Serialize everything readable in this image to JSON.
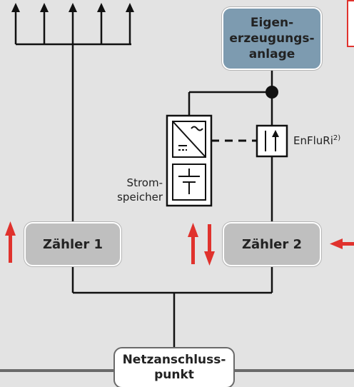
{
  "diagram": {
    "generator": {
      "line1": "Eigen-",
      "line2": "erzeugungs-",
      "line3": "anlage"
    },
    "meter1": {
      "label": "Zähler 1"
    },
    "meter2": {
      "label": "Zähler 2"
    },
    "grid_connection": {
      "line1": "Netzanschluss-",
      "line2": "punkt"
    },
    "storage": {
      "line1": "Strom-",
      "line2": "speicher"
    },
    "flow_device": {
      "label": "EnFluRi",
      "footnote": "2)"
    },
    "colors": {
      "background": "#e3e3e3",
      "line": "#111111",
      "arrow": "#e0322d",
      "generator_fill": "#7d9bb0",
      "meter_fill": "#bfbfbf"
    }
  }
}
